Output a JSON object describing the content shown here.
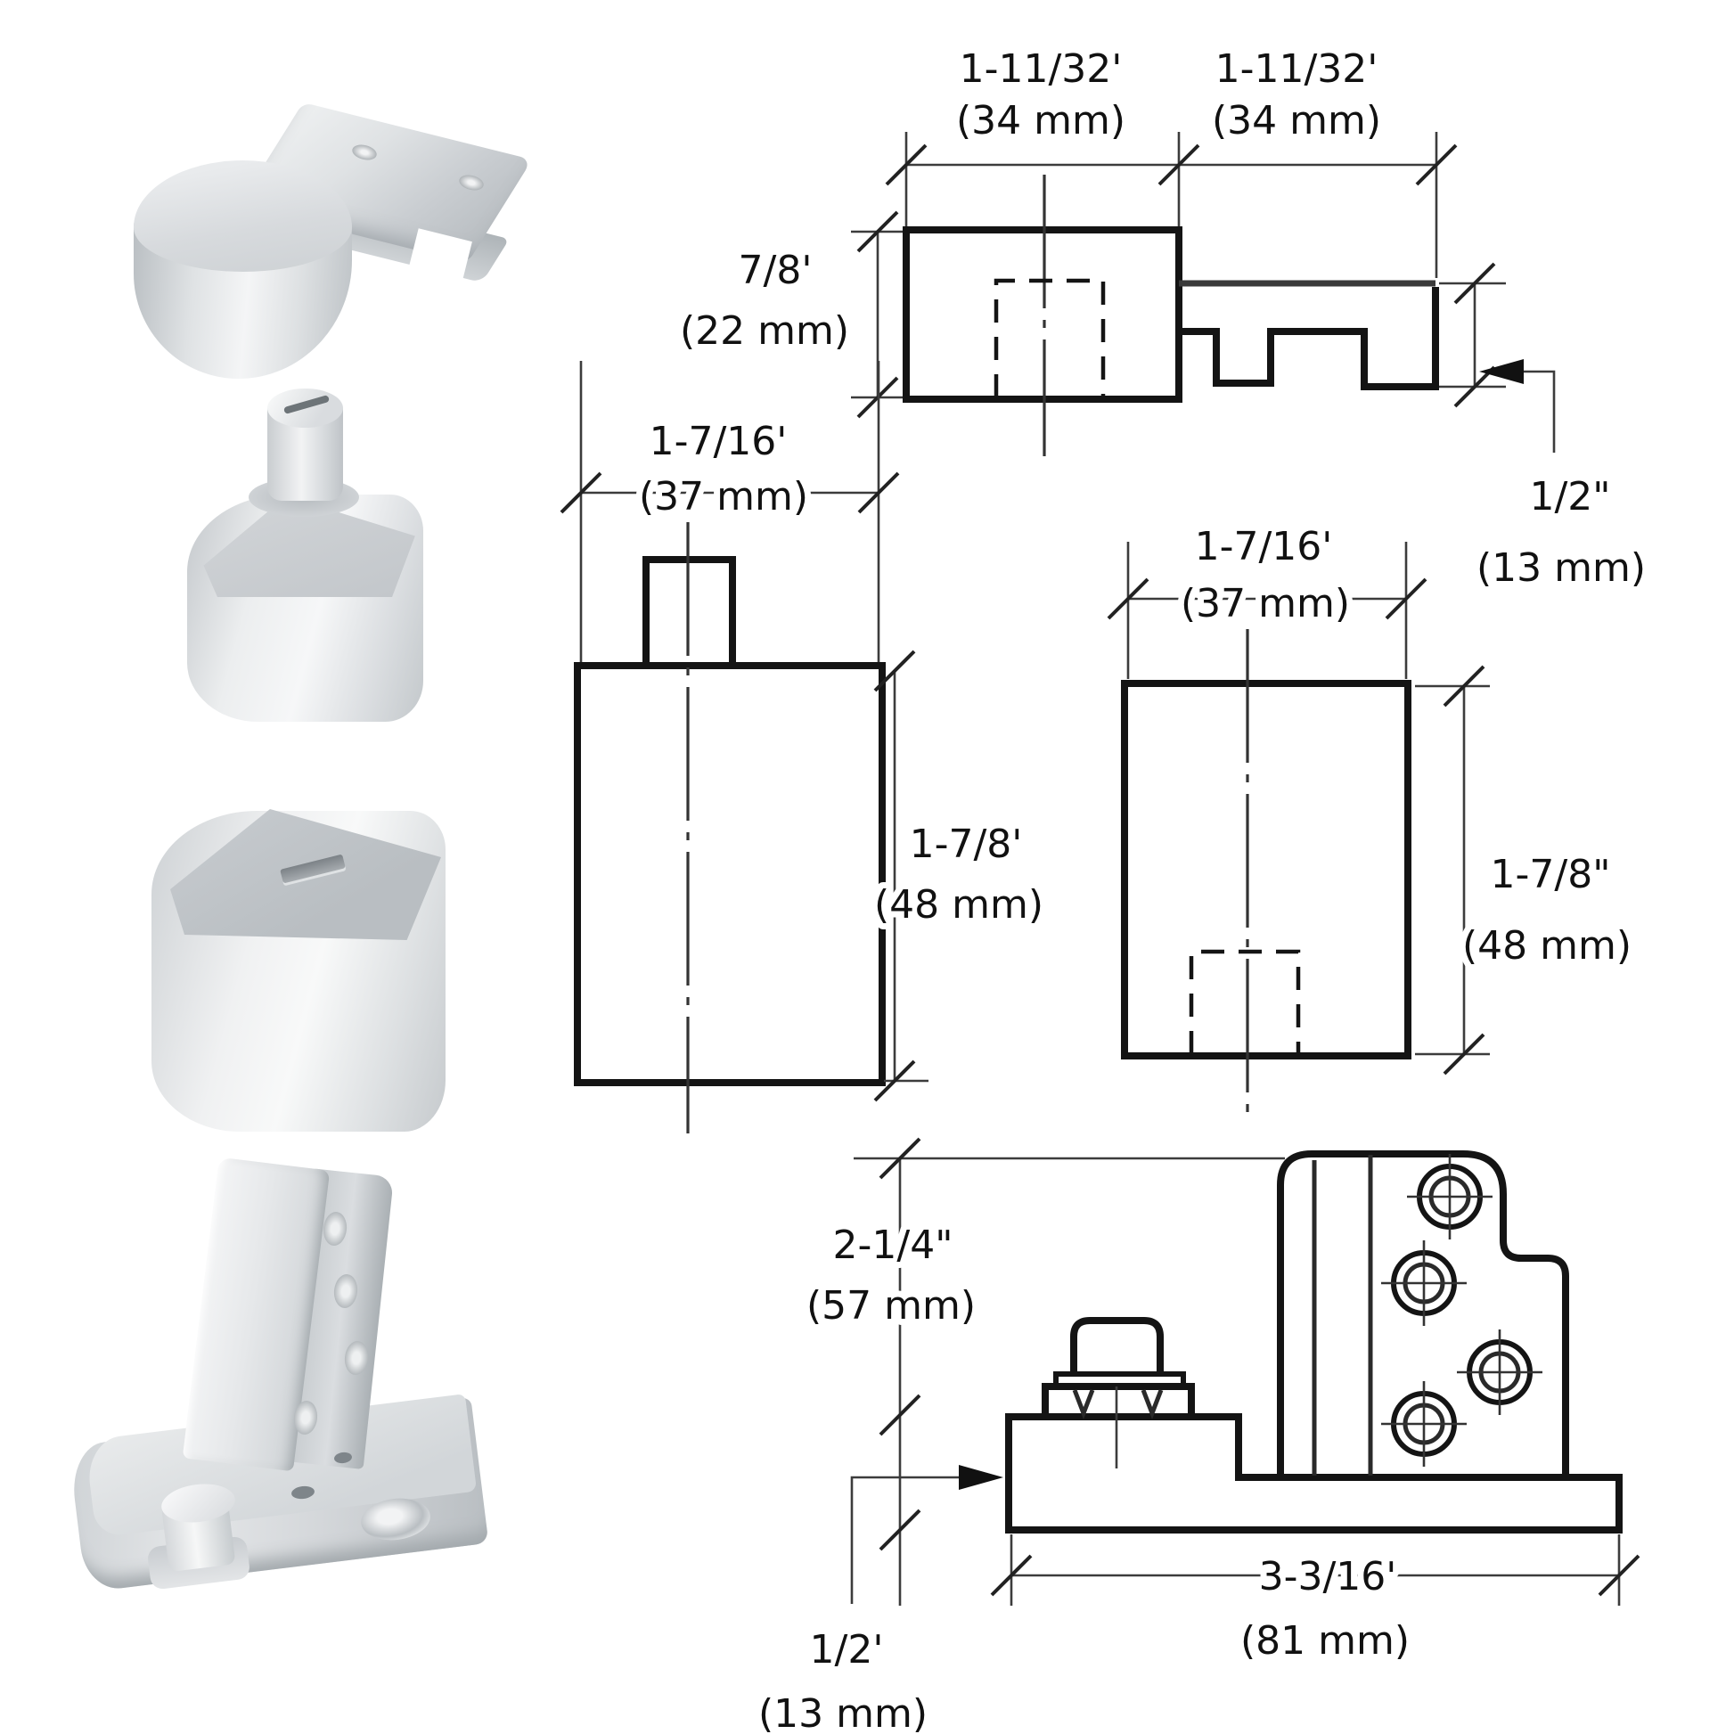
{
  "title": "Door pivot hinge set dimension drawing",
  "colors": {
    "line": "#141414",
    "background": "#ffffff",
    "metal_light": "#f4f5f6",
    "metal_mid": "#d5d8db",
    "metal_dark": "#aab0b4"
  },
  "photos": [
    {
      "id": "top-pivot-cap-with-bracket-arm"
    },
    {
      "id": "pivot-block-with-pin"
    },
    {
      "id": "pivot-block-with-slot"
    },
    {
      "id": "floor-pivot-with-base-plate"
    }
  ],
  "dims": {
    "top_left_width": {
      "in": "1-11/32'",
      "mm": "(34 mm)"
    },
    "top_right_width": {
      "in": "1-11/32'",
      "mm": "(34 mm)"
    },
    "top_height": {
      "in": "7/8'",
      "mm": "(22 mm)"
    },
    "top_inset": {
      "in": "1/2\"",
      "mm": "(13 mm)"
    },
    "left_width": {
      "in": "1-7/16'",
      "mm": "(37 mm)"
    },
    "left_height": {
      "in": "1-7/8'",
      "mm": "(48 mm)"
    },
    "right_width": {
      "in": "1-7/16'",
      "mm": "(37 mm)"
    },
    "right_height": {
      "in": "1-7/8\"",
      "mm": "(48 mm)"
    },
    "pivot_height": {
      "in": "2-1/4\"",
      "mm": "(57 mm)"
    },
    "base_thickness": {
      "in": "1/2'",
      "mm": "(13 mm)"
    },
    "base_length": {
      "in": "3-3/16'",
      "mm": "(81 mm)"
    }
  }
}
